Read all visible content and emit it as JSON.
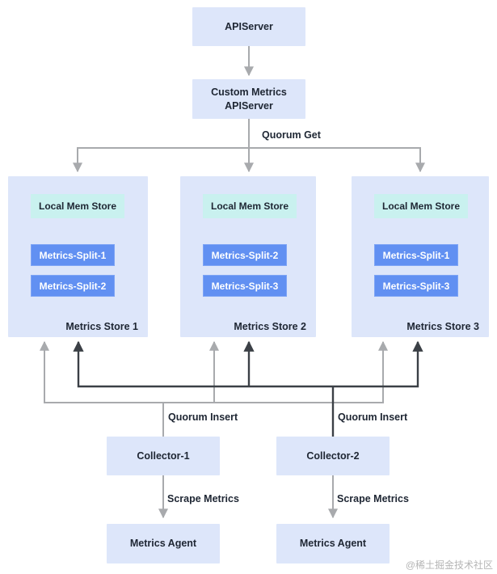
{
  "nodes": {
    "api_server": "APIServer",
    "custom_metrics_api_server": "Custom Metrics APIServer",
    "collector_1": "Collector-1",
    "collector_2": "Collector-2",
    "agent_1": "Metrics Agent",
    "agent_2": "Metrics Agent"
  },
  "stores": [
    {
      "title": "Metrics Store 1",
      "mem": "Local Mem Store",
      "splits": [
        "Metrics-Split-1",
        "Metrics-Split-2"
      ]
    },
    {
      "title": "Metrics Store 2",
      "mem": "Local Mem Store",
      "splits": [
        "Metrics-Split-2",
        "Metrics-Split-3"
      ]
    },
    {
      "title": "Metrics Store 3",
      "mem": "Local Mem Store",
      "splits": [
        "Metrics-Split-1",
        "Metrics-Split-3"
      ]
    }
  ],
  "edges": {
    "quorum_get": "Quorum Get",
    "quorum_insert_1": "Quorum Insert",
    "quorum_insert_2": "Quorum Insert",
    "scrape_metrics_1": "Scrape Metrics",
    "scrape_metrics_2": "Scrape Metrics"
  },
  "watermark": "@稀土掘金技术社区",
  "colors": {
    "node_fill": "#dde6fa",
    "mem_fill": "#c9f1ef",
    "split_fill": "#6190f2",
    "gray_line": "#a8aaad",
    "dark_line": "#3b4046",
    "text": "#1e2633",
    "watermark": "#b5b5b5"
  }
}
